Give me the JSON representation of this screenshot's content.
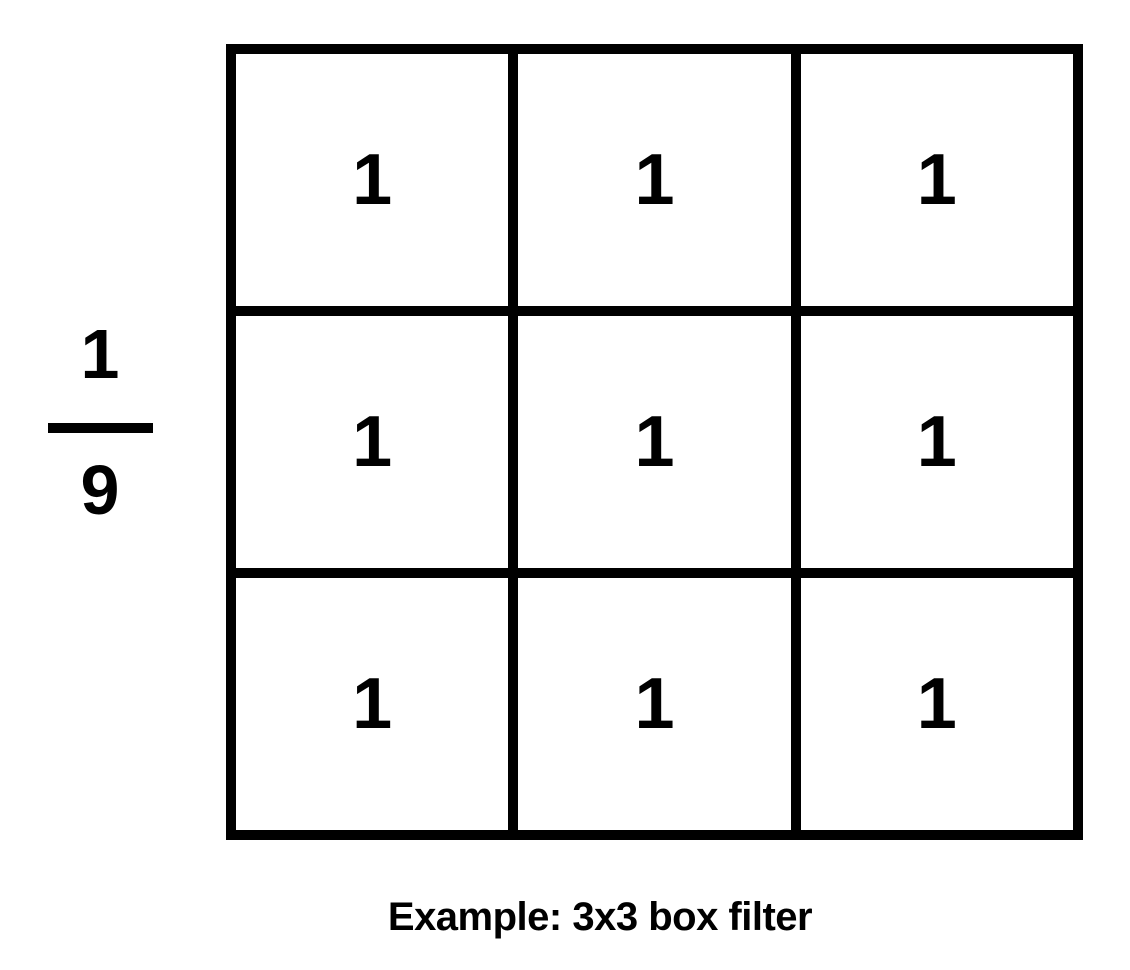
{
  "figure": {
    "fraction": {
      "numerator": "1",
      "denominator": "9"
    },
    "kernel": {
      "rows": 3,
      "cols": 3,
      "cells": [
        "1",
        "1",
        "1",
        "1",
        "1",
        "1",
        "1",
        "1",
        "1"
      ]
    },
    "caption": "Example: 3x3 box filter",
    "colors": {
      "foreground": "#000000",
      "background": "#ffffff"
    }
  }
}
